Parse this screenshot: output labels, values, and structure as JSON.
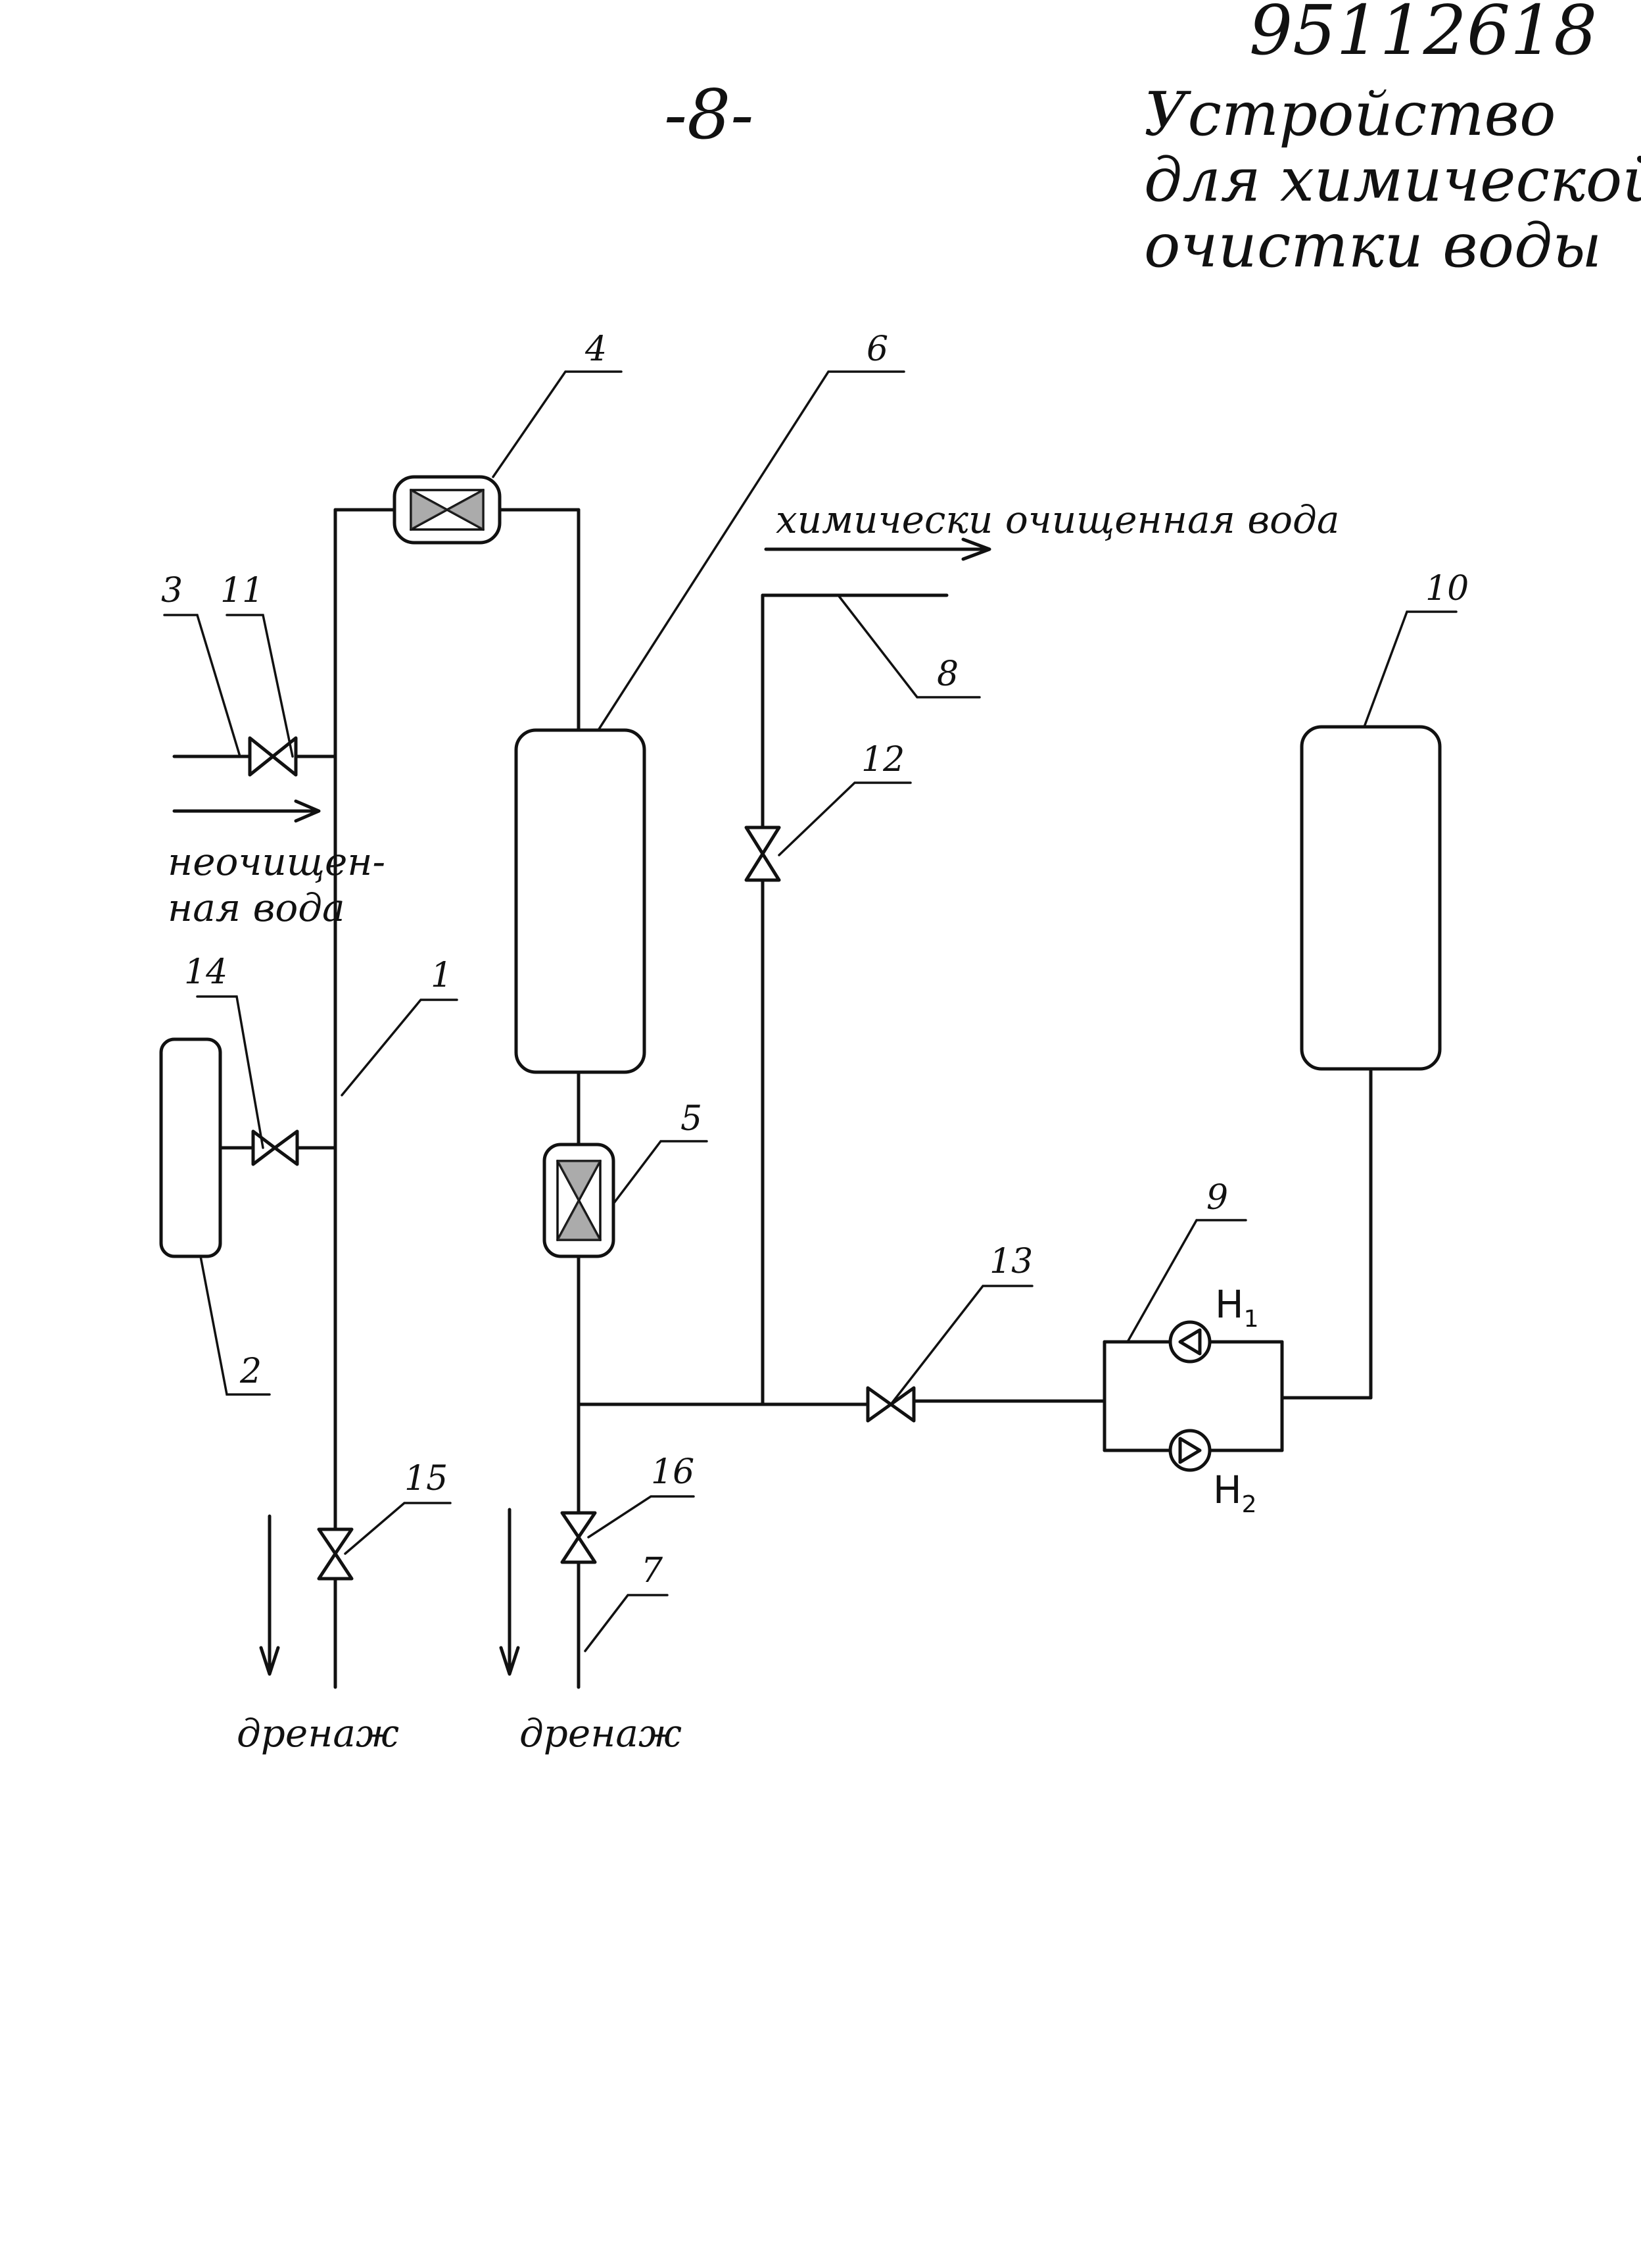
{
  "document": {
    "number": "95112618",
    "page": "-8-",
    "title_lines": [
      "Устройство",
      "для химической",
      "очистки воды"
    ]
  },
  "flows": {
    "clean_water": "химически очищенная вода",
    "raw_water_lines": [
      "неочищен-",
      "ная вода"
    ],
    "drain_left": "дренаж",
    "drain_right": "дренаж"
  },
  "callouts": {
    "c1": "1",
    "c2": "2",
    "c3": "3",
    "c4": "4",
    "c5": "5",
    "c6": "6",
    "c7": "7",
    "c8": "8",
    "c9": "9",
    "c10": "10",
    "c11": "11",
    "c12": "12",
    "c13": "13",
    "c14": "14",
    "c15": "15",
    "c16": "16"
  },
  "pumps": {
    "p1": {
      "letter": "H",
      "index": "1"
    },
    "p2": {
      "letter": "H",
      "index": "2"
    }
  }
}
